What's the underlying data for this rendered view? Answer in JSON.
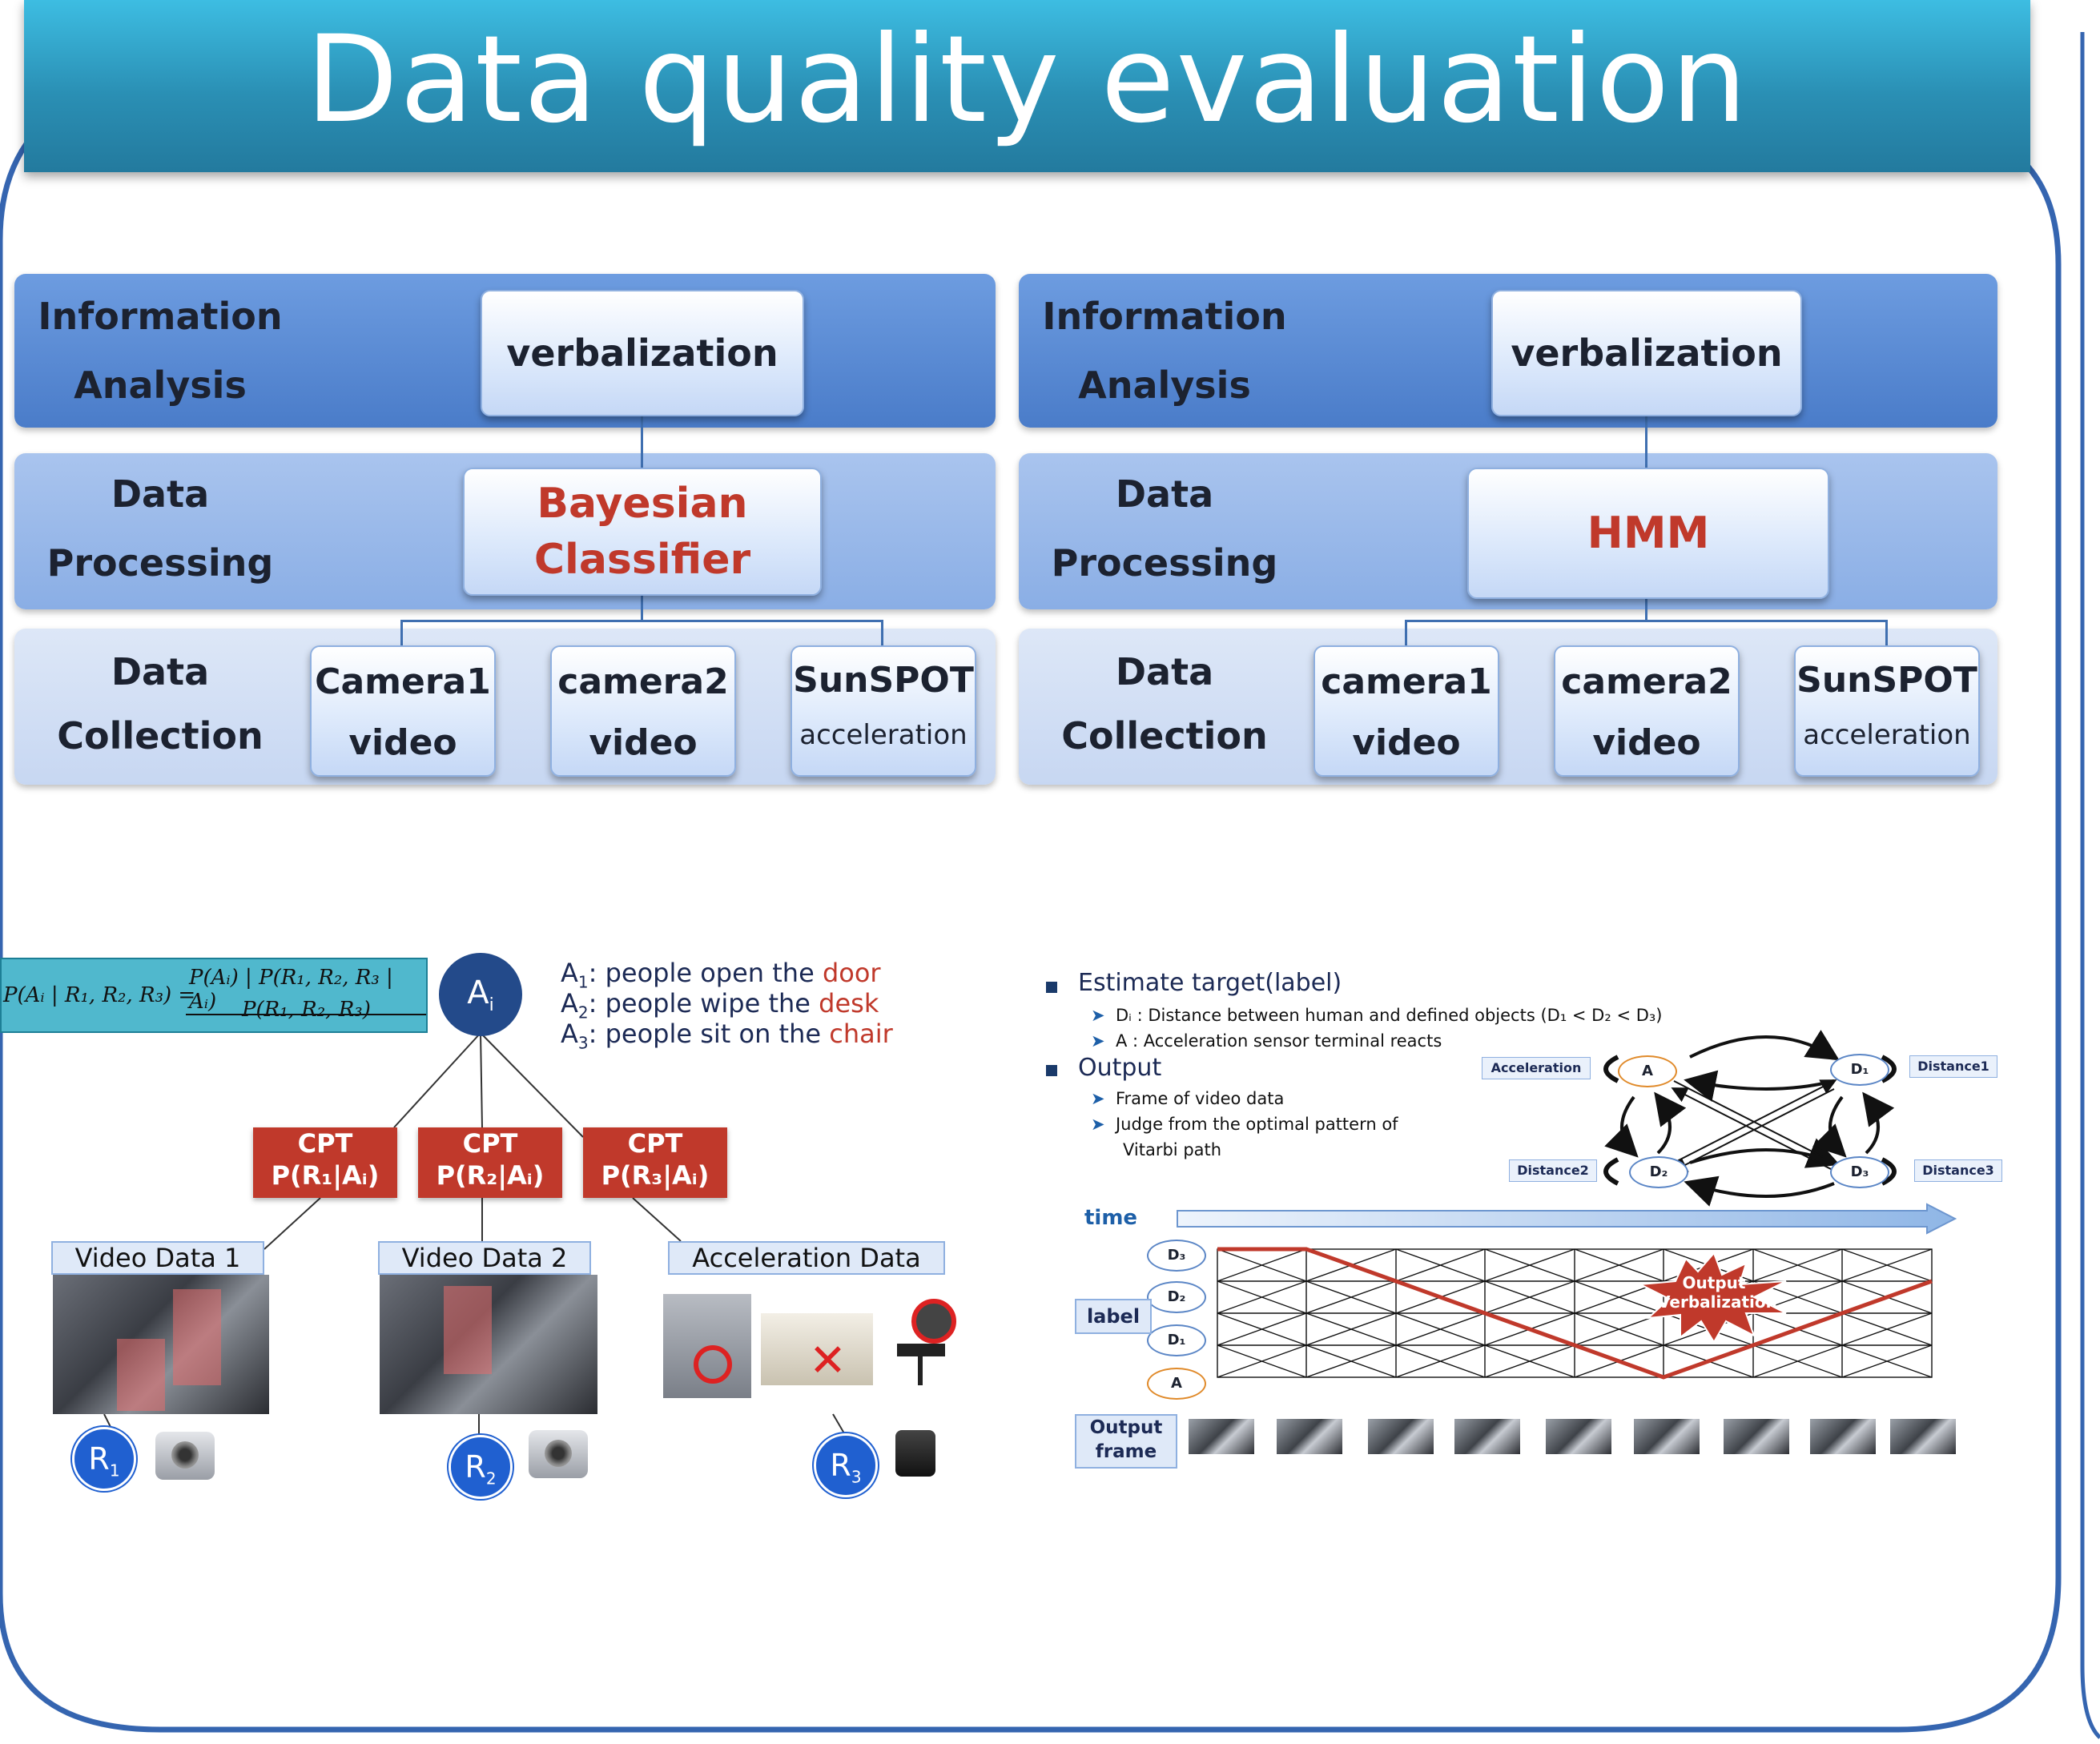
{
  "title": "Data quality evaluation framework",
  "left_framework": {
    "layer1_label": [
      "Information",
      "Analysis"
    ],
    "layer2_label": [
      "Data",
      "Processing"
    ],
    "layer3_label": [
      "Data",
      "Collection"
    ],
    "analysis_box": "verbalization",
    "processing_box": [
      "Bayesian",
      "Classifier"
    ],
    "sources": [
      {
        "name": "Camera1",
        "type": "video"
      },
      {
        "name": "camera2",
        "type": "video"
      },
      {
        "name": "SunSPOT",
        "type": "acceleration"
      }
    ]
  },
  "right_framework": {
    "layer1_label": [
      "Information",
      "Analysis"
    ],
    "layer2_label": [
      "Data",
      "Processing"
    ],
    "layer3_label": [
      "Data",
      "Collection"
    ],
    "analysis_box": "verbalization",
    "processing_box": "HMM",
    "sources": [
      {
        "name": "camera1",
        "type": "video"
      },
      {
        "name": "camera2",
        "type": "video"
      },
      {
        "name": "SunSPOT",
        "type": "acceleration"
      }
    ]
  },
  "bayes": {
    "formula_lhs": "P(Aᵢ | R₁, R₂, R₃) =",
    "formula_num": "P(Aᵢ) | P(R₁, R₂, R₃ | Aᵢ)",
    "formula_den": "P(R₁, R₂, R₃)",
    "root": "A",
    "root_sub": "i",
    "actions": [
      {
        "sym": "A",
        "sub": "1",
        "text": ": people open the ",
        "obj": "door"
      },
      {
        "sym": "A",
        "sub": "2",
        "text": ": people wipe the ",
        "obj": "desk"
      },
      {
        "sym": "A",
        "sub": "3",
        "text": ": people sit on the ",
        "obj": "chair"
      }
    ],
    "cpts": [
      {
        "top": "CPT",
        "bottom": "P(R₁|Aᵢ)"
      },
      {
        "top": "CPT",
        "bottom": "P(R₂|Aᵢ)"
      },
      {
        "top": "CPT",
        "bottom": "P(R₃|Aᵢ)"
      }
    ],
    "data_labels": [
      "Video Data 1",
      "Video Data 2",
      "Acceleration Data"
    ],
    "r_nodes": [
      {
        "sym": "R",
        "sub": "1"
      },
      {
        "sym": "R",
        "sub": "2"
      },
      {
        "sym": "R",
        "sub": "3"
      }
    ]
  },
  "hmm": {
    "bullet1": "Estimate target(label)",
    "sub1a": "Dᵢ : Distance between human and defined objects (D₁ < D₂ < D₃)",
    "sub1b": "A : Acceleration sensor terminal reacts",
    "bullet2": "Output",
    "sub2a": "Frame of video data",
    "sub2b": "Judge from the optimal pattern of",
    "sub2c": "Vitarbi path",
    "states": {
      "A": "A",
      "D1": "D₁",
      "D2": "D₂",
      "D3": "D₃"
    },
    "tags": {
      "acc": "Acceleration",
      "d1": "Distance1",
      "d2": "Distance2",
      "d3": "Distance3"
    },
    "time_label": "time",
    "label_label": "label",
    "output_frame": [
      "Output",
      "frame"
    ],
    "burst": [
      "Output",
      "Verbalization"
    ],
    "colors": {
      "path": "#c0392b",
      "accent": "#234a8a"
    }
  }
}
